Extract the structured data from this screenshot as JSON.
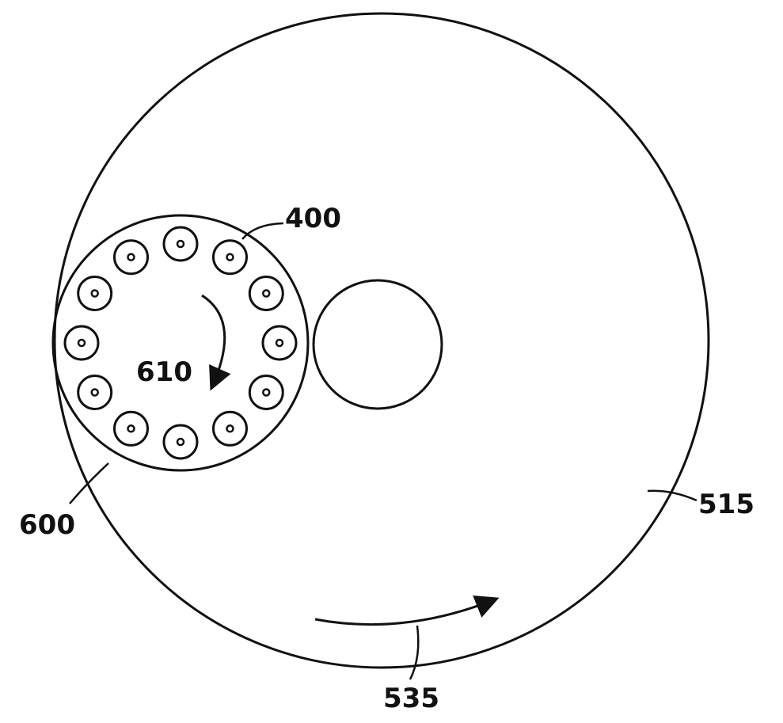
{
  "figure": {
    "stroke_color": "#111111",
    "background": "#ffffff"
  },
  "labels": {
    "carrier_ref": "400",
    "platen_ref": "515",
    "platen_rotation_ref": "535",
    "edge_ref": "600",
    "carrier_rotation_ref": "610"
  },
  "components": {
    "platen": "large rotating disc",
    "carrier": "wafer carrier with 12 substrate positions",
    "conditioner": "small circular member adjacent to carrier",
    "substrate_count": 12
  },
  "icons": {
    "platen_rotation_arrow": "curved-arrow-icon",
    "carrier_rotation_arrow": "curved-arrow-icon"
  }
}
